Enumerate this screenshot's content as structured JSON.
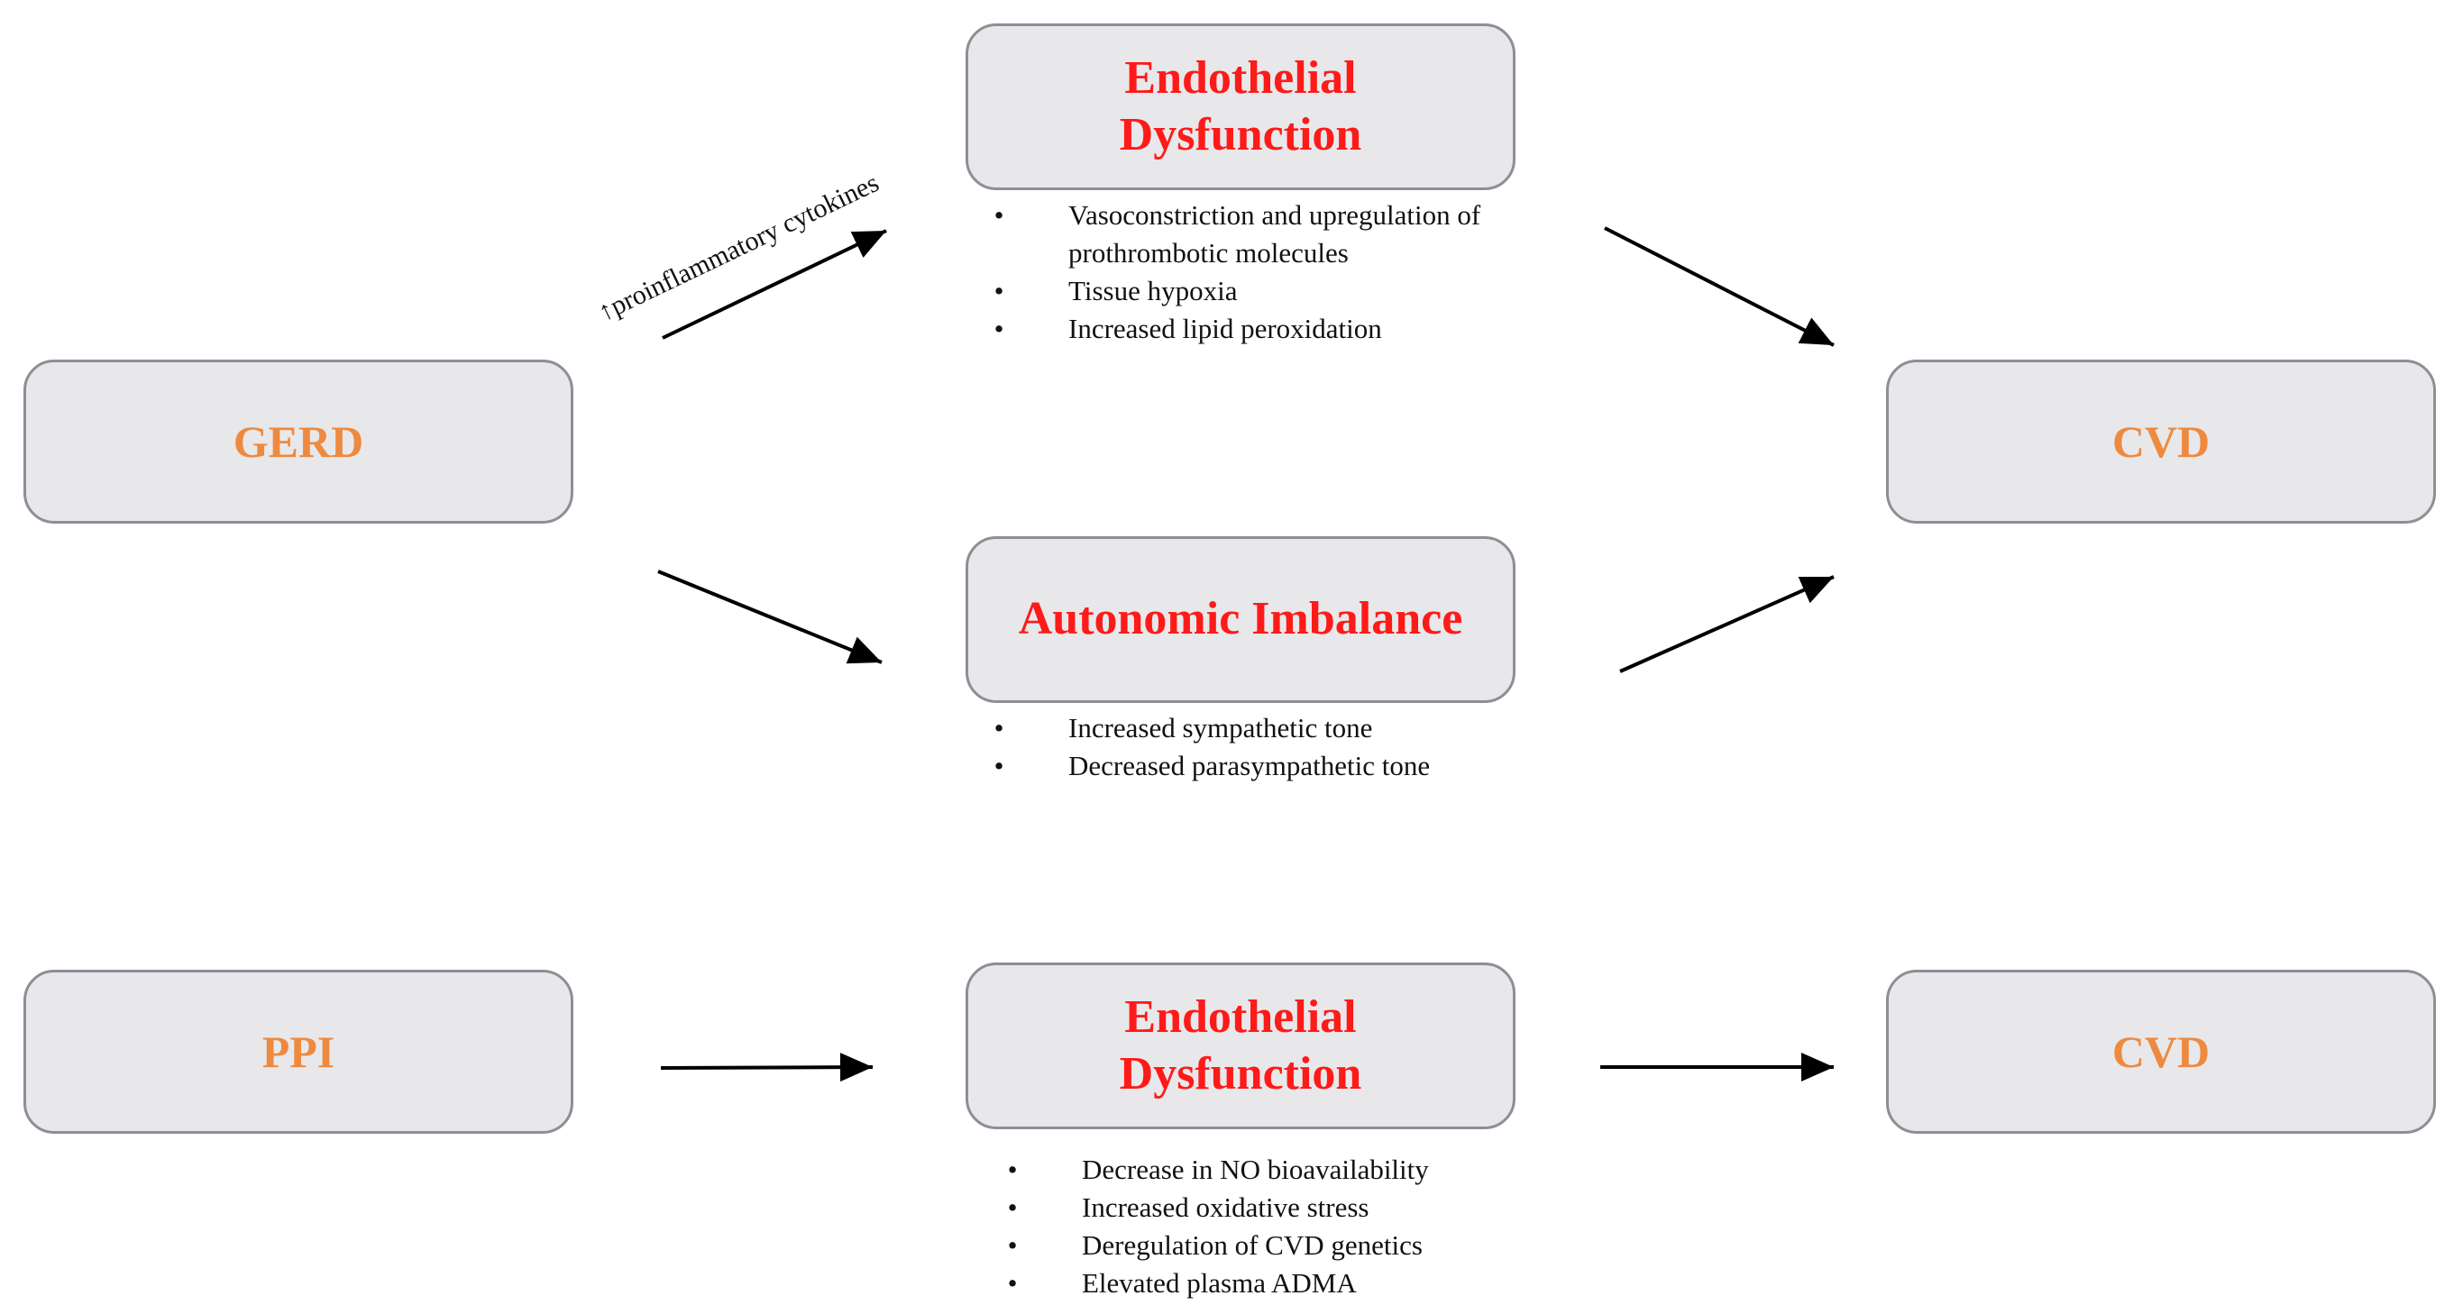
{
  "gerd_pathway": {
    "source": "GERD",
    "target": "CVD",
    "mechanisms": [
      {
        "title": "Endothelial Dysfunction",
        "bullets": [
          "Vasoconstriction and upregulation of prothrombotic molecules",
          "Tissue hypoxia",
          "Increased lipid peroxidation"
        ]
      },
      {
        "title": "Autonomic Imbalance",
        "bullets": [
          "Increased sympathetic tone",
          "Decreased parasympathetic tone"
        ]
      }
    ],
    "arrow_label": "↑proinflammatory cytokines"
  },
  "ppi_pathway": {
    "source": "PPI",
    "target": "CVD",
    "mechanism": {
      "title": "Endothelial Dysfunction",
      "bullets": [
        "Decrease in NO bioavailability",
        "Increased oxidative stress",
        "Deregulation of CVD genetics",
        "Elevated plasma ADMA"
      ]
    }
  },
  "colors": {
    "endpoint_text": "#ee8a3f",
    "mechanism_text": "#ff1a1a",
    "box_fill": "#e8e8ea",
    "box_border": "#8c8f96"
  },
  "bullet_glyph": "•"
}
